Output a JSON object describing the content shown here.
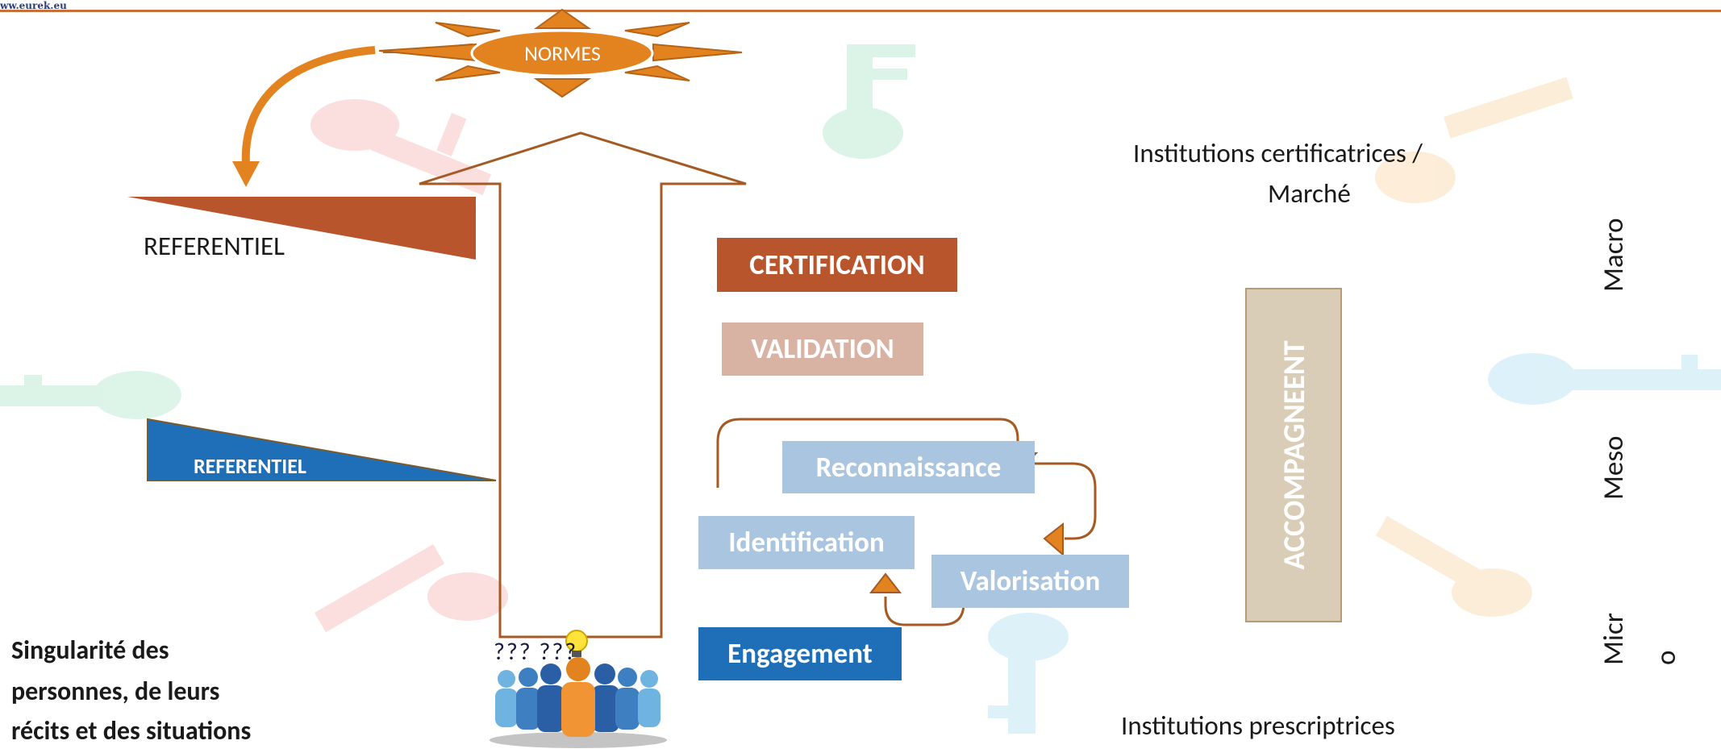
{
  "header": {
    "site_url": "ww.eurek.eu"
  },
  "sun": {
    "label": "NORMES",
    "color": "#e2831f"
  },
  "referentiels": {
    "top": {
      "label": "REFERENTIEL",
      "color": "#b9552c"
    },
    "bottom": {
      "label": "REFERENTIEL",
      "color": "#1f6fb8"
    }
  },
  "steps": {
    "certification": {
      "label": "CERTIFICATION",
      "color": "#b9552c"
    },
    "validation": {
      "label": "VALIDATION",
      "color": "#d8b3a4"
    },
    "reconnaissance": {
      "label": "Reconnaissance",
      "color": "#a9c5df"
    },
    "identification": {
      "label": "Identification",
      "color": "#a9c5df"
    },
    "valorisation": {
      "label": "Valorisation",
      "color": "#a9c5df"
    },
    "engagement": {
      "label": "Engagement",
      "color": "#1f6fb8"
    }
  },
  "accompagnement": {
    "label": "ACCOMPAGNEENT",
    "color": "#d9cdb8"
  },
  "institutions": {
    "top_line1": "Institutions certificatrices /",
    "top_line2": "Marché",
    "bottom": "Institutions prescriptrices"
  },
  "levels": {
    "macro": "Macro",
    "meso": "Meso",
    "micro_line1": "Micr",
    "micro_line2": "o"
  },
  "singularity": {
    "line1": "Singularité des",
    "line2": "personnes, de leurs",
    "line3": "récits et des situations"
  },
  "figure": {
    "questions": "??? ???"
  }
}
